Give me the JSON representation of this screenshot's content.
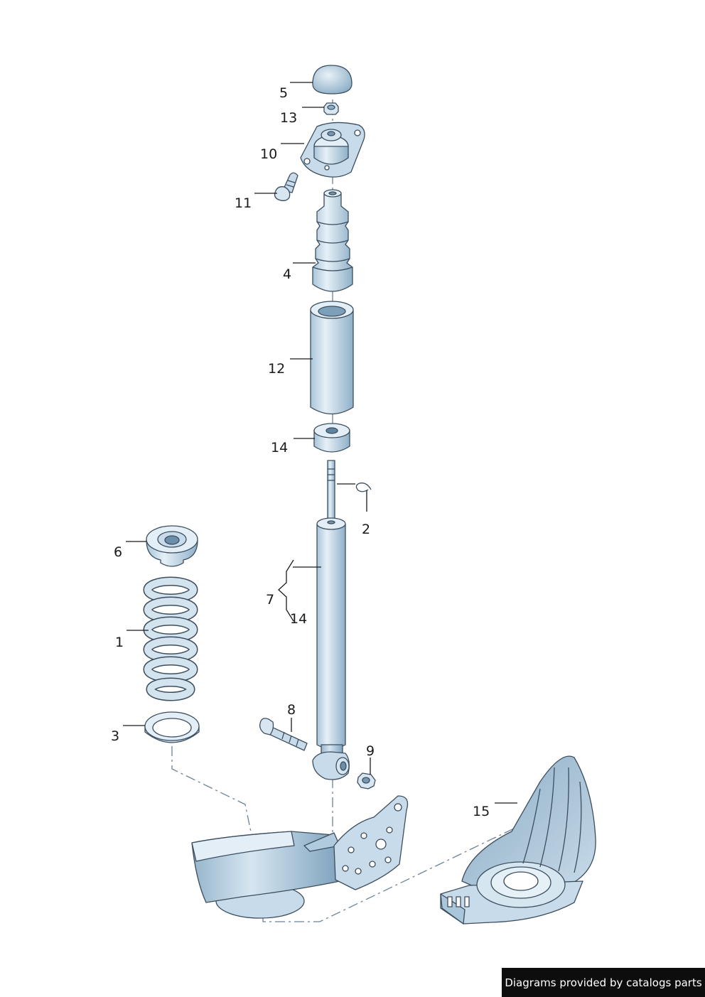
{
  "callouts": {
    "c1": "1",
    "c2": "2",
    "c3": "3",
    "c4": "4",
    "c5": "5",
    "c6": "6",
    "c7": "7",
    "c7b": "14",
    "c8": "8",
    "c9": "9",
    "c10": "10",
    "c11": "11",
    "c12": "12",
    "c13": "13",
    "c14": "14",
    "c15": "15"
  },
  "footer": {
    "text": "Diagrams provided by catalogs parts"
  },
  "colors": {
    "part_fill": "#c7dbea",
    "part_fill_light": "#e3eef6",
    "part_fill_dark": "#9db9cf",
    "outline": "#3c4e5e",
    "line": "#1a1a1a"
  },
  "icons": [
    "shock-absorber",
    "coil-spring",
    "spring-seat",
    "bump-stop",
    "strut-mount",
    "dust-cap",
    "nut",
    "bolt",
    "circlip",
    "protective-tube",
    "spacer",
    "trailing-arm",
    "stone-guard"
  ]
}
